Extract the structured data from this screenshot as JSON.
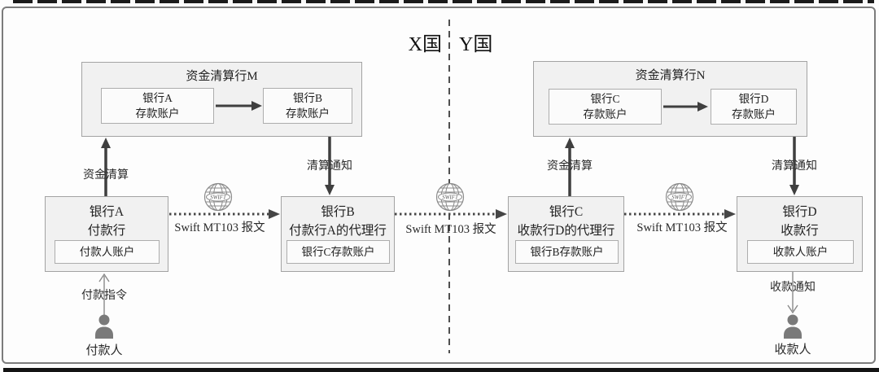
{
  "countries": {
    "left": "X国",
    "right": "Y国"
  },
  "clearing_m": {
    "title": "资金清算行M",
    "account_a": {
      "line1": "银行A",
      "line2": "存款账户"
    },
    "account_b": {
      "line1": "银行B",
      "line2": "存款账户"
    }
  },
  "clearing_n": {
    "title": "资金清算行N",
    "account_c": {
      "line1": "银行C",
      "line2": "存款账户"
    },
    "account_d": {
      "line1": "银行D",
      "line2": "存款账户"
    }
  },
  "banks": {
    "bank_a": {
      "line1": "银行A",
      "line2": "付款行",
      "account": "付款人账户"
    },
    "bank_b": {
      "line1": "银行B",
      "line2": "付款行A的代理行",
      "account": "银行C存款账户"
    },
    "bank_c": {
      "line1": "银行C",
      "line2": "收款行D的代理行",
      "account": "银行B存款账户"
    },
    "bank_d": {
      "line1": "银行D",
      "line2": "收款行",
      "account": "收款人账户"
    }
  },
  "flows": {
    "funds_clearing_left": "资金清算",
    "clearing_notice_left": "清算通知",
    "funds_clearing_right": "资金清算",
    "clearing_notice_right": "清算通知",
    "swift_message_ab": "Swift MT103 报文",
    "swift_message_bc": "Swift MT103 报文",
    "swift_message_cd": "Swift MT103 报文",
    "payment_instruction": "付款指令",
    "receipt_notice": "收款通知"
  },
  "actors": {
    "payer": "付款人",
    "payee": "收款人"
  },
  "swift_logo_text": "SWIFT",
  "colors": {
    "box_fill": "#f1f1f1",
    "inner_box_fill": "#fbfbfb",
    "box_border": "#a3a3a3",
    "arrow_dark": "#3f3f3f",
    "arrow_light": "#8a8a8a",
    "person": "#7a7a7a",
    "frame_border": "#7c7c7c",
    "text": "#222222"
  }
}
